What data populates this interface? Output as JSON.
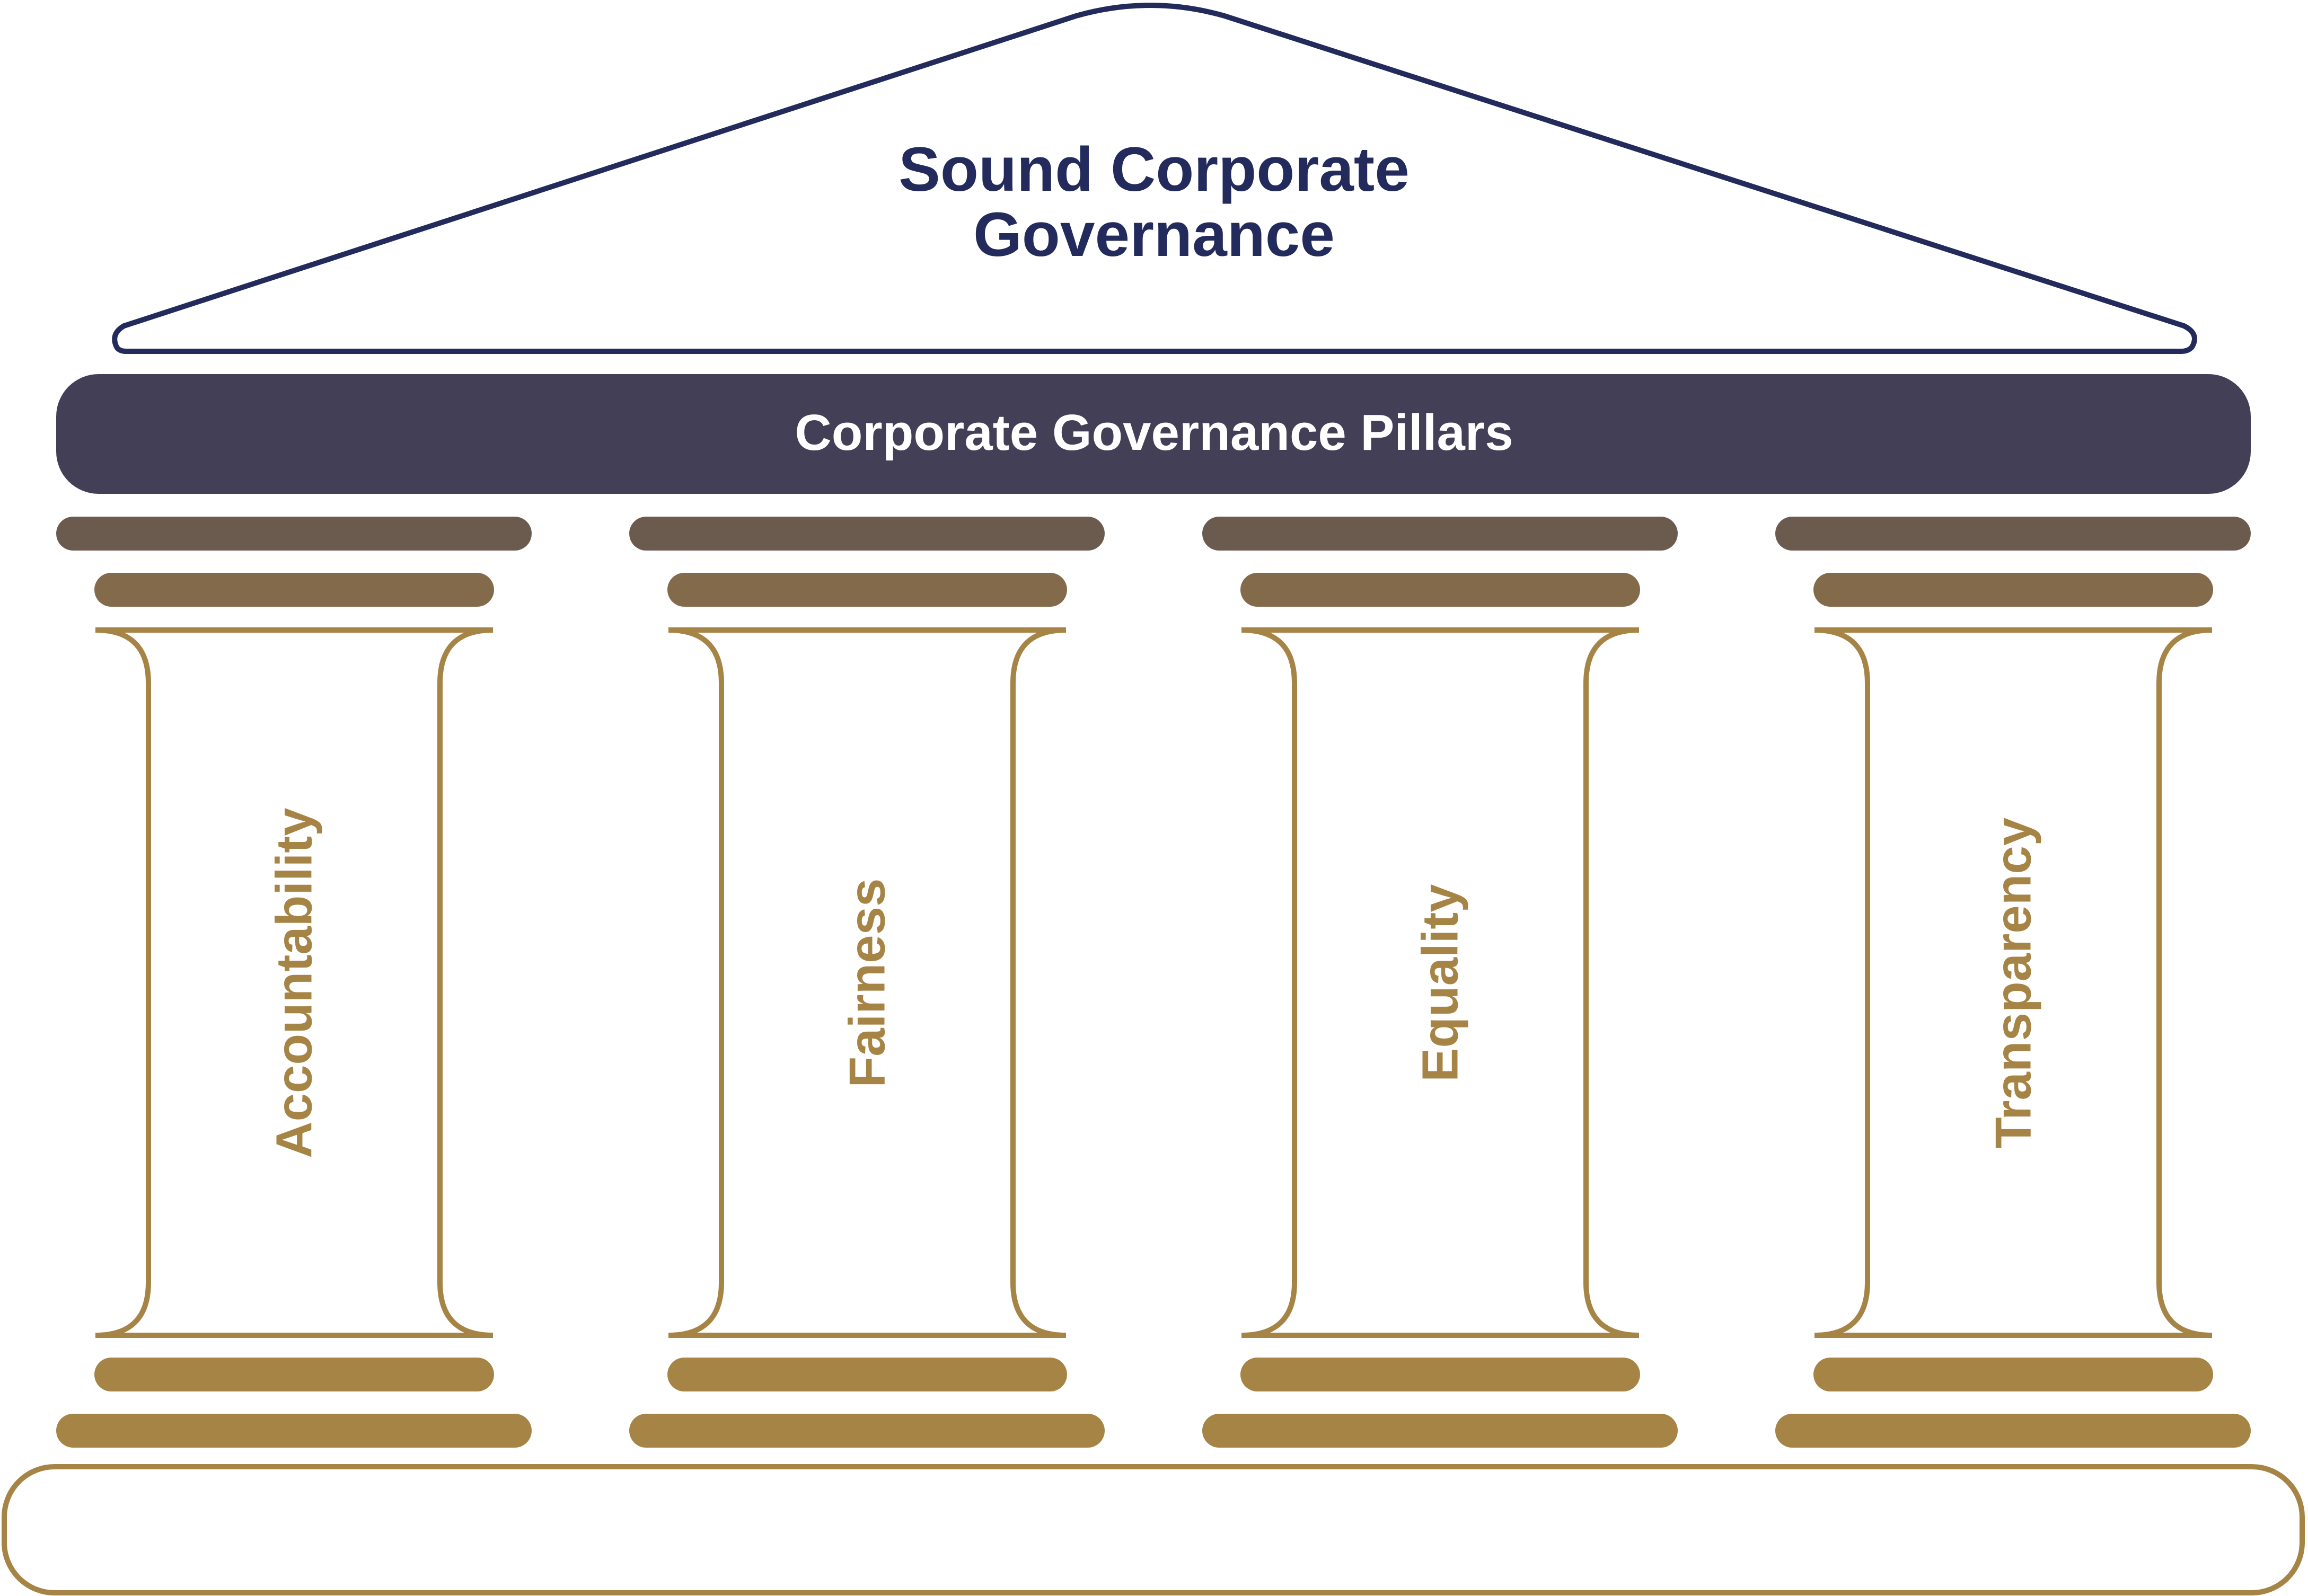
{
  "roof": {
    "line1": "Sound Corporate",
    "line2": "Governance"
  },
  "beam": {
    "label": "Corporate Governance Pillars"
  },
  "pillars": [
    {
      "label": "Accountability"
    },
    {
      "label": "Fairness"
    },
    {
      "label": "Equality"
    },
    {
      "label": "Transparency"
    }
  ],
  "colors": {
    "navy": "#232a5c",
    "beam": "#423f56",
    "capital_top": "#6b5a4e",
    "capital_bottom": "#836a4b",
    "gold": "#a68446"
  }
}
